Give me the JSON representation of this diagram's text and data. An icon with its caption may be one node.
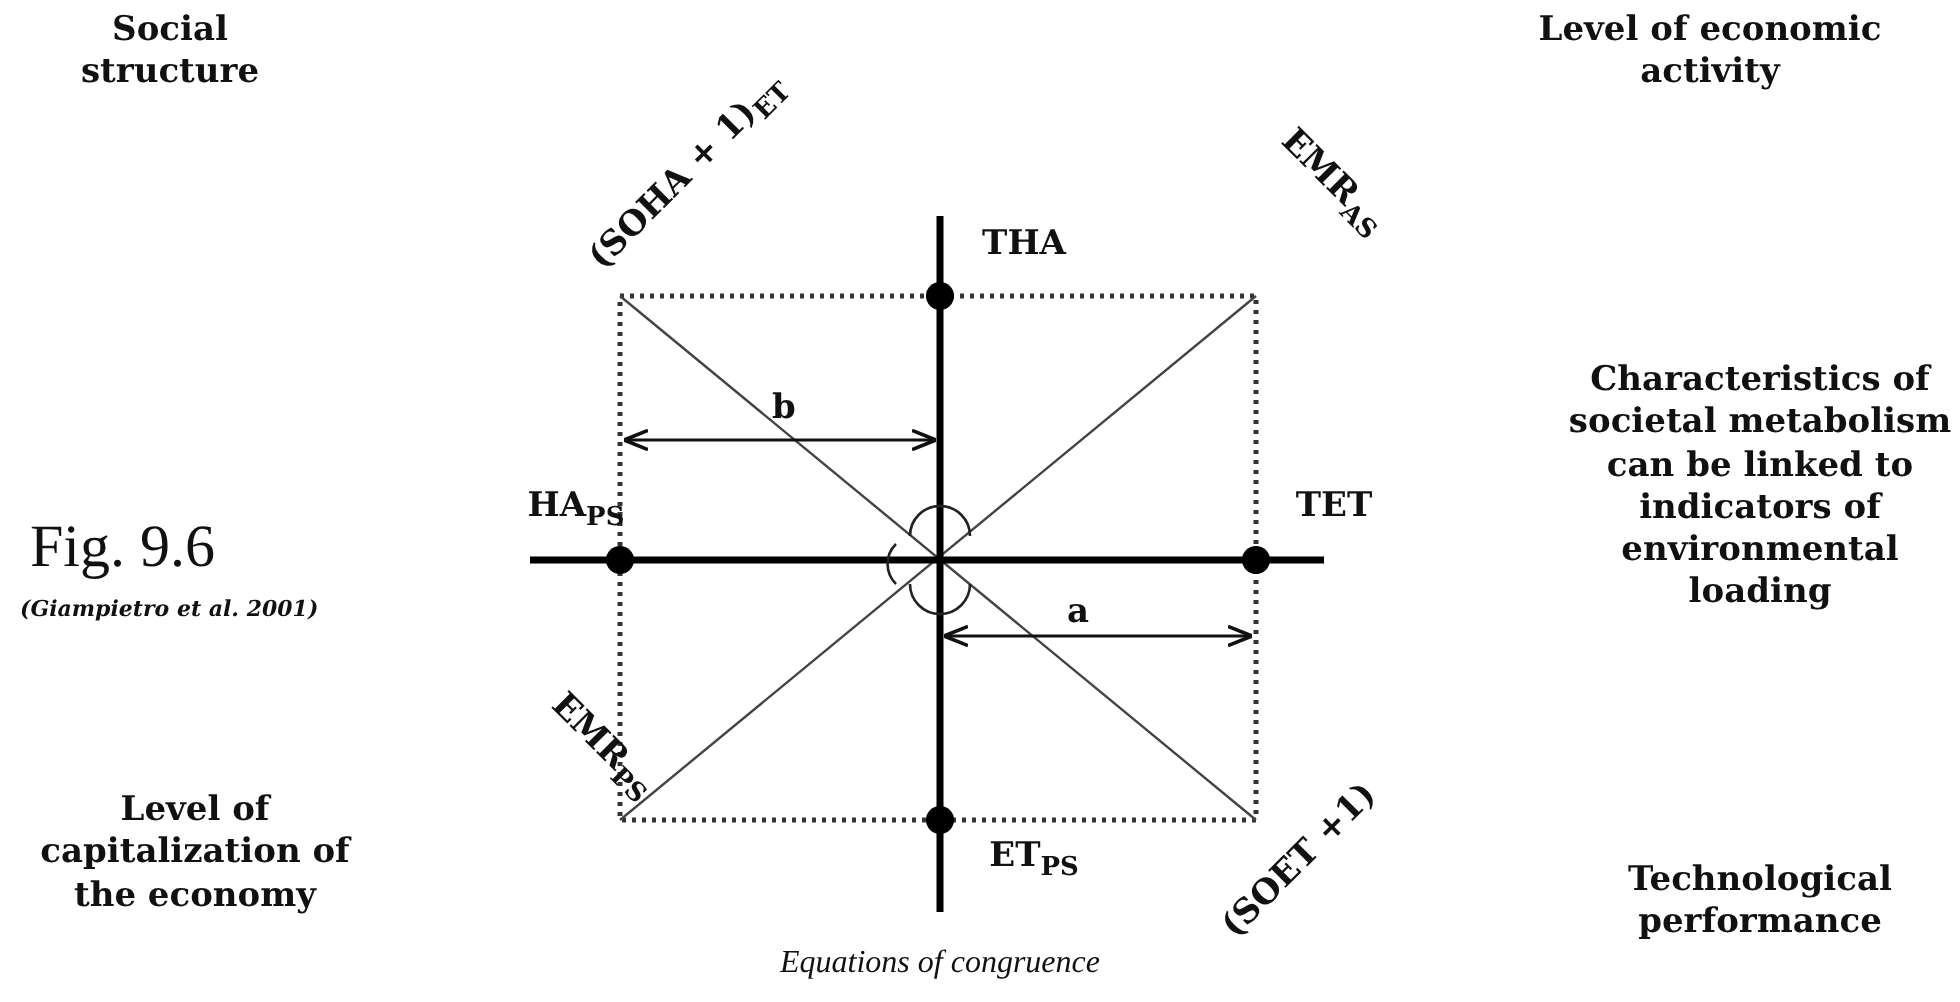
{
  "diagram": {
    "caption": "Equations of congruence",
    "labels": [
      "Social structure",
      "Level of economic activity",
      "(SOHA + 1)$_{ET}$",
      "THA",
      "EMR$_{AS}$",
      "Characteristics of societal metabolism can be linked to indicators of environmental loading",
      "b",
      "HA$_{PS}$",
      "TET",
      "Fig. 9.6",
      "(Giampietro et al. 2001)",
      "a",
      "Level of capitalization of the economy",
      "EMR$_{PS}$",
      "ET$_{PS}$",
      "(SOET +1)",
      "Technological performance"
    ]
  }
}
